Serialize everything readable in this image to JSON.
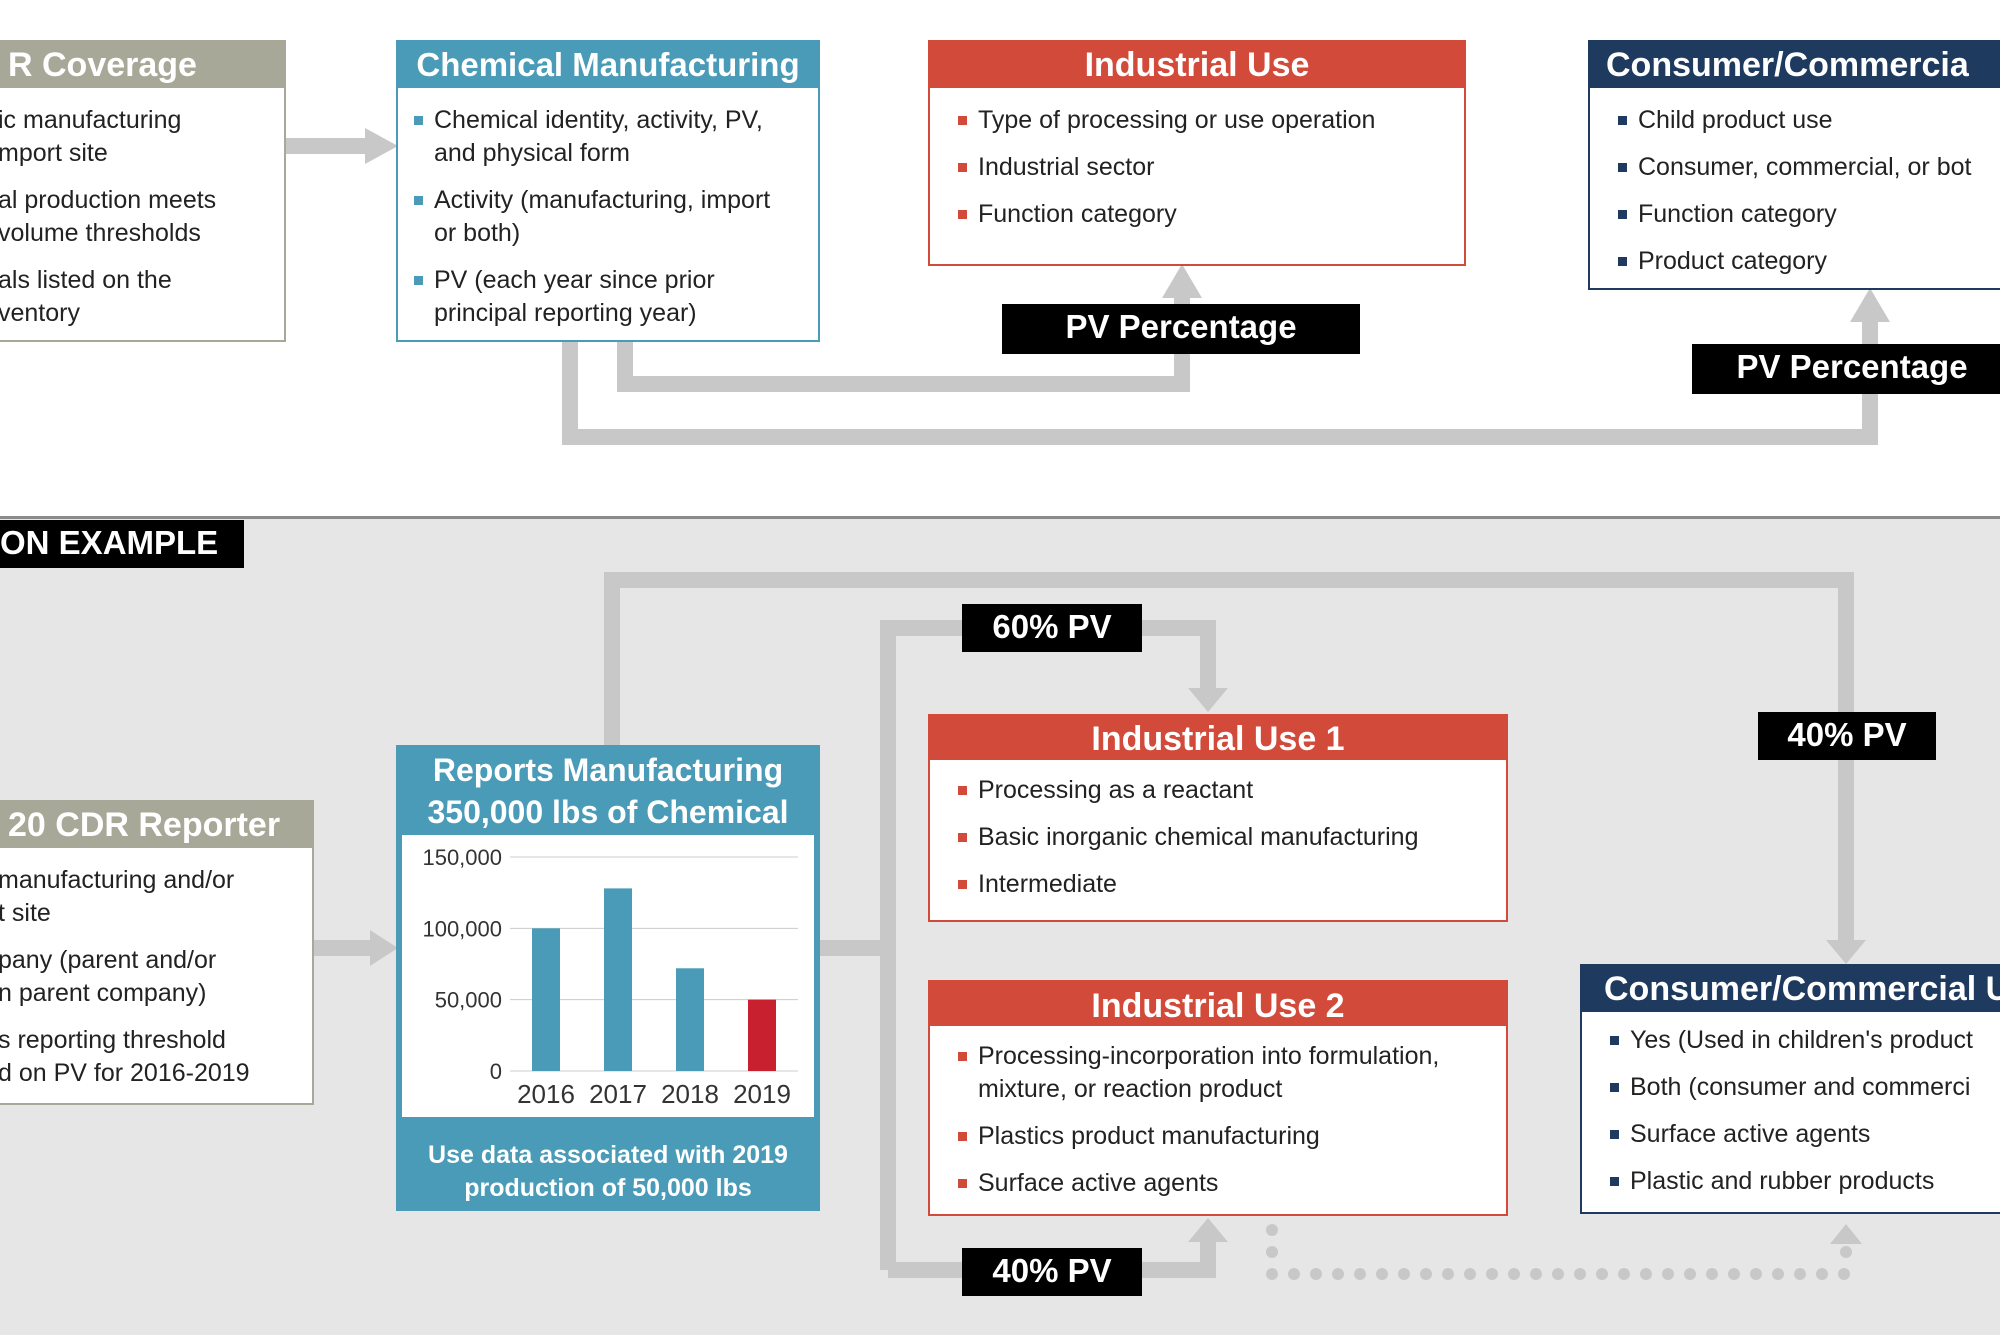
{
  "top": {
    "coverage": {
      "title": "R Coverage",
      "items": [
        "ic manufacturing\nmport site",
        "al production meets\nvolume thresholds",
        "als listed on the\nventory"
      ]
    },
    "chem_mfg": {
      "title": "Chemical Manufacturing",
      "items": [
        "Chemical identity, activity, PV,\nand physical form",
        "Activity (manufacturing, import\nor both)",
        "PV (each year since prior\nprincipal reporting year)"
      ]
    },
    "industrial_use": {
      "title": "Industrial Use",
      "items": [
        "Type of processing or use operation",
        "Industrial sector",
        "Function category"
      ]
    },
    "consumer": {
      "title": "Consumer/Commercia",
      "items": [
        "Child product use",
        "Consumer, commercial, or bot",
        "Function category",
        "Product category"
      ]
    },
    "pv_label_1": "PV Percentage",
    "pv_label_2": "PV Percentage"
  },
  "example_label": "ON EXAMPLE",
  "bottom": {
    "reporter": {
      "title": "20 CDR Reporter",
      "items": [
        "manufacturing and/or\nt site",
        "pany (parent and/or\nn parent company)",
        "s reporting threshold\nd on PV for 2016-2019"
      ]
    },
    "reports": {
      "title": "Reports Manufacturing\n350,000 lbs of Chemical",
      "footer": "Use data associated with 2019\nproduction of 50,000 lbs"
    },
    "industrial_use_1": {
      "title": "Industrial Use 1",
      "items": [
        "Processing as a reactant",
        "Basic inorganic chemical manufacturing",
        "Intermediate"
      ]
    },
    "industrial_use_2": {
      "title": "Industrial Use 2",
      "items": [
        "Processing-incorporation into formulation,\nmixture, or reaction product",
        "Plastics product manufacturing",
        "Surface active agents"
      ]
    },
    "consumer": {
      "title": "Consumer/Commercial U",
      "items": [
        "Yes (Used in children's product",
        "Both (consumer and commerci",
        "Surface active agents",
        "Plastic and rubber products"
      ]
    },
    "pv_60": "60% PV",
    "pv_40_right": "40% PV",
    "pv_40_bottom": "40% PV"
  },
  "colors": {
    "gray_header": "#a8a898",
    "blue": "#4a9bb8",
    "red": "#d24a3a",
    "navy": "#1f3a5f",
    "arrow": "#c8c8c8",
    "highlight_bar": "#c8202f"
  },
  "chart_data": {
    "type": "bar",
    "categories": [
      "2016",
      "2017",
      "2018",
      "2019"
    ],
    "values": [
      100000,
      128000,
      72000,
      50000
    ],
    "highlight_index": 3,
    "yticks": [
      0,
      50000,
      100000,
      150000
    ],
    "ytick_labels": [
      "0",
      "50,000",
      "100,000",
      "150,000"
    ],
    "ylim": [
      0,
      150000
    ],
    "grid": true,
    "bar_colors": [
      "#4a9bb8",
      "#4a9bb8",
      "#4a9bb8",
      "#c8202f"
    ]
  }
}
